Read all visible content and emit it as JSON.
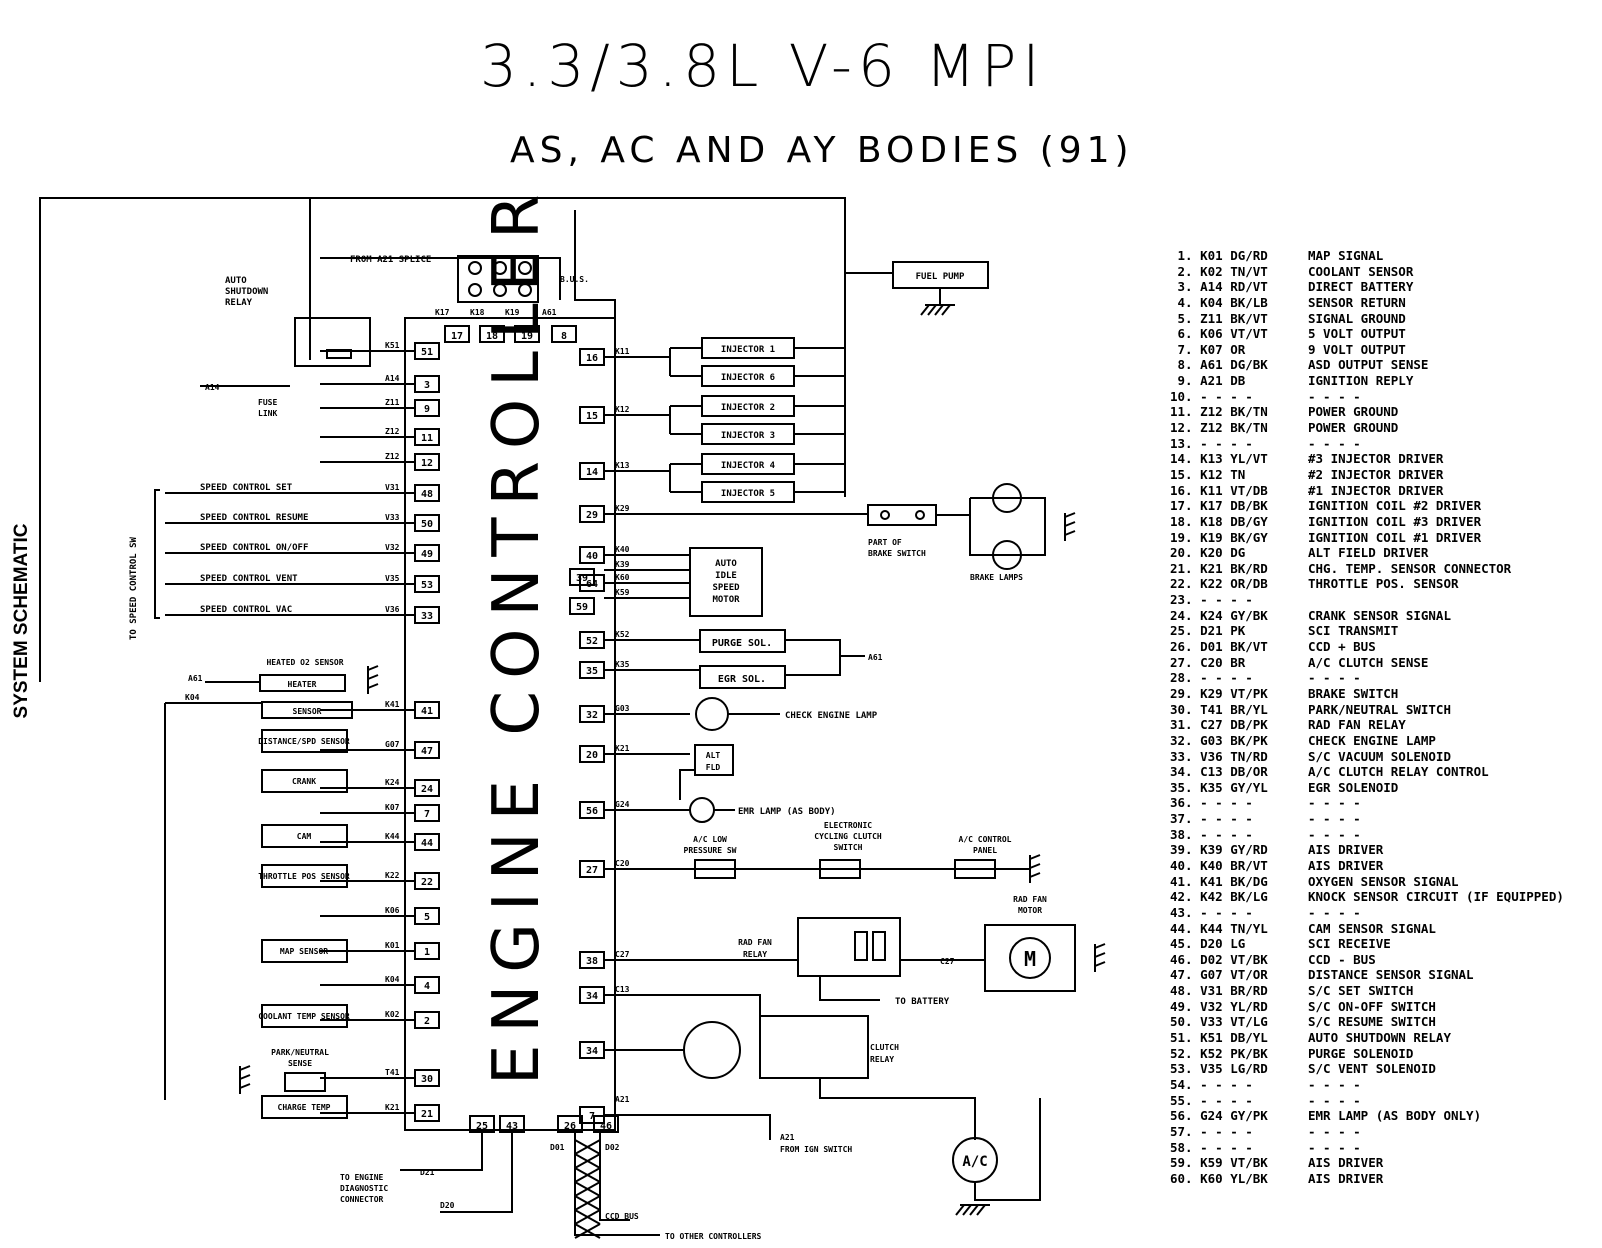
{
  "title": "3.3/3.8L V-6 MPI",
  "subtitle": "AS, AC AND AY BODIES (91)",
  "side_label": "SYSTEM SCHEMATIC",
  "controller_label": "ENGINE CONTROLLER",
  "pin_boxes": {
    "top": [
      "17",
      "18",
      "19",
      "8"
    ],
    "left": [
      "51",
      "3",
      "9",
      "11",
      "12",
      "48",
      "50",
      "49",
      "53",
      "33",
      "41",
      "47",
      "24",
      "7",
      "44",
      "22",
      "5",
      "1",
      "4",
      "2",
      "30",
      "21"
    ],
    "right": [
      "16",
      "15",
      "14",
      "29",
      "40",
      "64",
      "52",
      "35",
      "32",
      "20",
      "56",
      "27",
      "38",
      "34",
      "34",
      "7"
    ],
    "inner_left": [
      "39",
      "59"
    ],
    "bottom": [
      "25",
      "43",
      "26",
      "46"
    ]
  },
  "wire_labels": {
    "top": [
      "K17",
      "K18",
      "K19",
      "A61"
    ],
    "left": [
      "K51",
      "A14",
      "Z11",
      "Z12",
      "Z12",
      "V31",
      "V33",
      "V32",
      "V35",
      "V36",
      "K41",
      "G07",
      "K24",
      "K07",
      "K44",
      "K22",
      "K06",
      "K01",
      "K04",
      "K02",
      "T41",
      "K21"
    ],
    "right": [
      "K11",
      "K12",
      "K13",
      "K29",
      "K40",
      "K39",
      "K60",
      "K59",
      "K52",
      "K35",
      "G03",
      "K21",
      "G24",
      "C20",
      "C27",
      "C13",
      "A21"
    ],
    "misc": [
      "A14",
      "A61",
      "K04",
      "A61",
      "A61",
      "D21",
      "D20",
      "D01",
      "D02",
      "C27",
      "A21"
    ]
  },
  "components": {
    "asd_relay": "AUTO SHUTDOWN RELAY",
    "from_splice": "FROM A21 SPLICE",
    "fuse_link": "FUSE LINK",
    "bus": "B.U.S.",
    "fuel_pump": "FUEL PUMP",
    "injectors": [
      "INJECTOR 1",
      "INJECTOR 6",
      "INJECTOR 2",
      "INJECTOR 3",
      "INJECTOR 4",
      "INJECTOR 5"
    ],
    "speed_control": [
      "SPEED CONTROL SET",
      "SPEED CONTROL RESUME",
      "SPEED CONTROL ON/OFF",
      "SPEED CONTROL VENT",
      "SPEED CONTROL VAC"
    ],
    "to_speed_control": "TO SPEED CONTROL SW",
    "brake_switch": "PART OF BRAKE SWITCH",
    "brake_lamps": "BRAKE LAMPS",
    "ais_motor": "AUTO IDLE SPEED MOTOR",
    "purge_sol": "PURGE SOL.",
    "egr_sol": "EGR SOL.",
    "check_engine": "CHECK ENGINE LAMP",
    "alt_fld": "ALT FLD",
    "emr_lamp": "EMR LAMP (AS BODY)",
    "heated_o2": "HEATED O2 SENSOR",
    "heater": "HEATER",
    "sensor": "SENSOR",
    "distance": "DISTANCE/SPD SENSOR",
    "crank": "CRANK",
    "cam": "CAM",
    "throttle": "THROTTLE POS SENSOR",
    "map": "MAP SENSOR",
    "coolant": "COOLANT TEMP SENSOR",
    "park_neutral": "PARK/NEUTRAL SENSE",
    "charge_temp": "CHARGE TEMP",
    "ac_low": "A/C LOW PRESSURE SW",
    "elec_cycling": "ELECTRONIC CYCLING CLUTCH SWITCH",
    "ac_panel": "A/C CONTROL PANEL",
    "rad_fan_motor": "RAD FAN MOTOR",
    "rad_fan_relay": "RAD FAN RELAY",
    "to_battery": "TO BATTERY",
    "clutch_relay": "CLUTCH RELAY",
    "from_ign": "FROM IGN SWITCH",
    "to_diag": "TO ENGINE DIAGNOSTIC CONNECTOR",
    "ccd_bus": "CCD BUS",
    "to_other": "TO OTHER CONTROLLERS",
    "motor_m": "M",
    "ac": "A/C"
  },
  "legend": [
    {
      "n": "1.",
      "code": "K01 DG/RD",
      "desc": "MAP SIGNAL"
    },
    {
      "n": "2.",
      "code": "K02 TN/VT",
      "desc": "COOLANT SENSOR"
    },
    {
      "n": "3.",
      "code": "A14 RD/VT",
      "desc": "DIRECT BATTERY"
    },
    {
      "n": "4.",
      "code": "K04 BK/LB",
      "desc": "SENSOR RETURN"
    },
    {
      "n": "5.",
      "code": "Z11 BK/VT",
      "desc": "SIGNAL GROUND"
    },
    {
      "n": "6.",
      "code": "K06 VT/VT",
      "desc": "5 VOLT OUTPUT"
    },
    {
      "n": "7.",
      "code": "K07 OR",
      "desc": "9 VOLT OUTPUT"
    },
    {
      "n": "8.",
      "code": "A61 DG/BK",
      "desc": "ASD OUTPUT SENSE"
    },
    {
      "n": "9.",
      "code": "A21 DB",
      "desc": "IGNITION REPLY"
    },
    {
      "n": "10.",
      "code": "- - - -",
      "desc": "- - - -"
    },
    {
      "n": "11.",
      "code": "Z12 BK/TN",
      "desc": "POWER GROUND"
    },
    {
      "n": "12.",
      "code": "Z12 BK/TN",
      "desc": "POWER GROUND"
    },
    {
      "n": "13.",
      "code": "- - - -",
      "desc": "- - - -"
    },
    {
      "n": "14.",
      "code": "K13 YL/VT",
      "desc": "#3 INJECTOR DRIVER"
    },
    {
      "n": "15.",
      "code": "K12 TN",
      "desc": "#2 INJECTOR DRIVER"
    },
    {
      "n": "16.",
      "code": "K11 VT/DB",
      "desc": "#1 INJECTOR DRIVER"
    },
    {
      "n": "17.",
      "code": "K17 DB/BK",
      "desc": "IGNITION COIL #2 DRIVER"
    },
    {
      "n": "18.",
      "code": "K18 DB/GY",
      "desc": "IGNITION COIL #3 DRIVER"
    },
    {
      "n": "19.",
      "code": "K19 BK/GY",
      "desc": "IGNITION COIL #1 DRIVER"
    },
    {
      "n": "20.",
      "code": "K20 DG",
      "desc": "ALT FIELD DRIVER"
    },
    {
      "n": "21.",
      "code": "K21 BK/RD",
      "desc": "CHG. TEMP. SENSOR CONNECTOR"
    },
    {
      "n": "22.",
      "code": "K22 OR/DB",
      "desc": "THROTTLE POS. SENSOR"
    },
    {
      "n": "23.",
      "code": "- - - -",
      "desc": ""
    },
    {
      "n": "24.",
      "code": "K24 GY/BK",
      "desc": "CRANK SENSOR SIGNAL"
    },
    {
      "n": "25.",
      "code": "D21 PK",
      "desc": "SCI TRANSMIT"
    },
    {
      "n": "26.",
      "code": "D01 BK/VT",
      "desc": "CCD + BUS"
    },
    {
      "n": "27.",
      "code": "C20 BR",
      "desc": "A/C CLUTCH SENSE"
    },
    {
      "n": "28.",
      "code": "- - - -",
      "desc": "- - - -"
    },
    {
      "n": "29.",
      "code": "K29 VT/PK",
      "desc": "BRAKE SWITCH"
    },
    {
      "n": "30.",
      "code": "T41 BR/YL",
      "desc": "PARK/NEUTRAL SWITCH"
    },
    {
      "n": "31.",
      "code": "C27 DB/PK",
      "desc": "RAD FAN RELAY"
    },
    {
      "n": "32.",
      "code": "G03 BK/PK",
      "desc": "CHECK ENGINE LAMP"
    },
    {
      "n": "33.",
      "code": "V36 TN/RD",
      "desc": "S/C VACUUM SOLENOID"
    },
    {
      "n": "34.",
      "code": "C13 DB/OR",
      "desc": "A/C CLUTCH RELAY CONTROL"
    },
    {
      "n": "35.",
      "code": "K35 GY/YL",
      "desc": "EGR SOLENOID"
    },
    {
      "n": "36.",
      "code": "- - - -",
      "desc": "- - - -"
    },
    {
      "n": "37.",
      "code": "- - - -",
      "desc": "- - - -"
    },
    {
      "n": "38.",
      "code": "- - - -",
      "desc": "- - - -"
    },
    {
      "n": "39.",
      "code": "K39 GY/RD",
      "desc": "AIS DRIVER"
    },
    {
      "n": "40.",
      "code": "K40 BR/VT",
      "desc": "AIS DRIVER"
    },
    {
      "n": "41.",
      "code": "K41 BK/DG",
      "desc": "OXYGEN SENSOR SIGNAL"
    },
    {
      "n": "42.",
      "code": "K42 BK/LG",
      "desc": "KNOCK SENSOR CIRCUIT (IF EQUIPPED)"
    },
    {
      "n": "43.",
      "code": "- - - -",
      "desc": "- - - -"
    },
    {
      "n": "44.",
      "code": "K44 TN/YL",
      "desc": "CAM SENSOR SIGNAL"
    },
    {
      "n": "45.",
      "code": "D20 LG",
      "desc": "SCI RECEIVE"
    },
    {
      "n": "46.",
      "code": "D02 VT/BK",
      "desc": "CCD - BUS"
    },
    {
      "n": "47.",
      "code": "G07 VT/OR",
      "desc": "DISTANCE SENSOR SIGNAL"
    },
    {
      "n": "48.",
      "code": "V31 BR/RD",
      "desc": "S/C SET SWITCH"
    },
    {
      "n": "49.",
      "code": "V32 YL/RD",
      "desc": "S/C ON-OFF SWITCH"
    },
    {
      "n": "50.",
      "code": "V33 VT/LG",
      "desc": "S/C RESUME SWITCH"
    },
    {
      "n": "51.",
      "code": "K51 DB/YL",
      "desc": "AUTO SHUTDOWN RELAY"
    },
    {
      "n": "52.",
      "code": "K52 PK/BK",
      "desc": "PURGE SOLENOID"
    },
    {
      "n": "53.",
      "code": "V35 LG/RD",
      "desc": "S/C VENT SOLENOID"
    },
    {
      "n": "54.",
      "code": "- - - -",
      "desc": "- - - -"
    },
    {
      "n": "55.",
      "code": "- - - -",
      "desc": "- - - -"
    },
    {
      "n": "56.",
      "code": "G24 GY/PK",
      "desc": "EMR LAMP (AS BODY ONLY)"
    },
    {
      "n": "57.",
      "code": "- - - -",
      "desc": "- - - -"
    },
    {
      "n": "58.",
      "code": "- - - -",
      "desc": "- - - -"
    },
    {
      "n": "59.",
      "code": "K59 VT/BK",
      "desc": "AIS DRIVER"
    },
    {
      "n": "60.",
      "code": "K60 YL/BK",
      "desc": "AIS DRIVER"
    }
  ]
}
